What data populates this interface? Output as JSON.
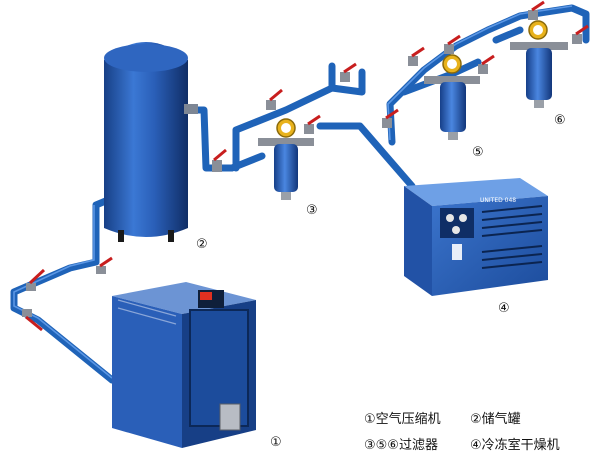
{
  "diagram": {
    "numbers": {
      "compressor": "①",
      "tank": "②",
      "filter_3": "③",
      "dryer": "④",
      "filter_5": "⑤",
      "filter_6": "⑥"
    },
    "legend": {
      "row1_left": "①空气压缩机",
      "row1_right": "②储气罐",
      "row2_left": "③⑤⑥过滤器",
      "row2_right": "④冷冻室干燥机"
    },
    "dryer_brand": "UNITED 048",
    "colors": {
      "pipe": "#1f63b8",
      "machine": "#2a5fb8",
      "tank": "#1e4f9e",
      "valve": "#c81e1e"
    }
  }
}
